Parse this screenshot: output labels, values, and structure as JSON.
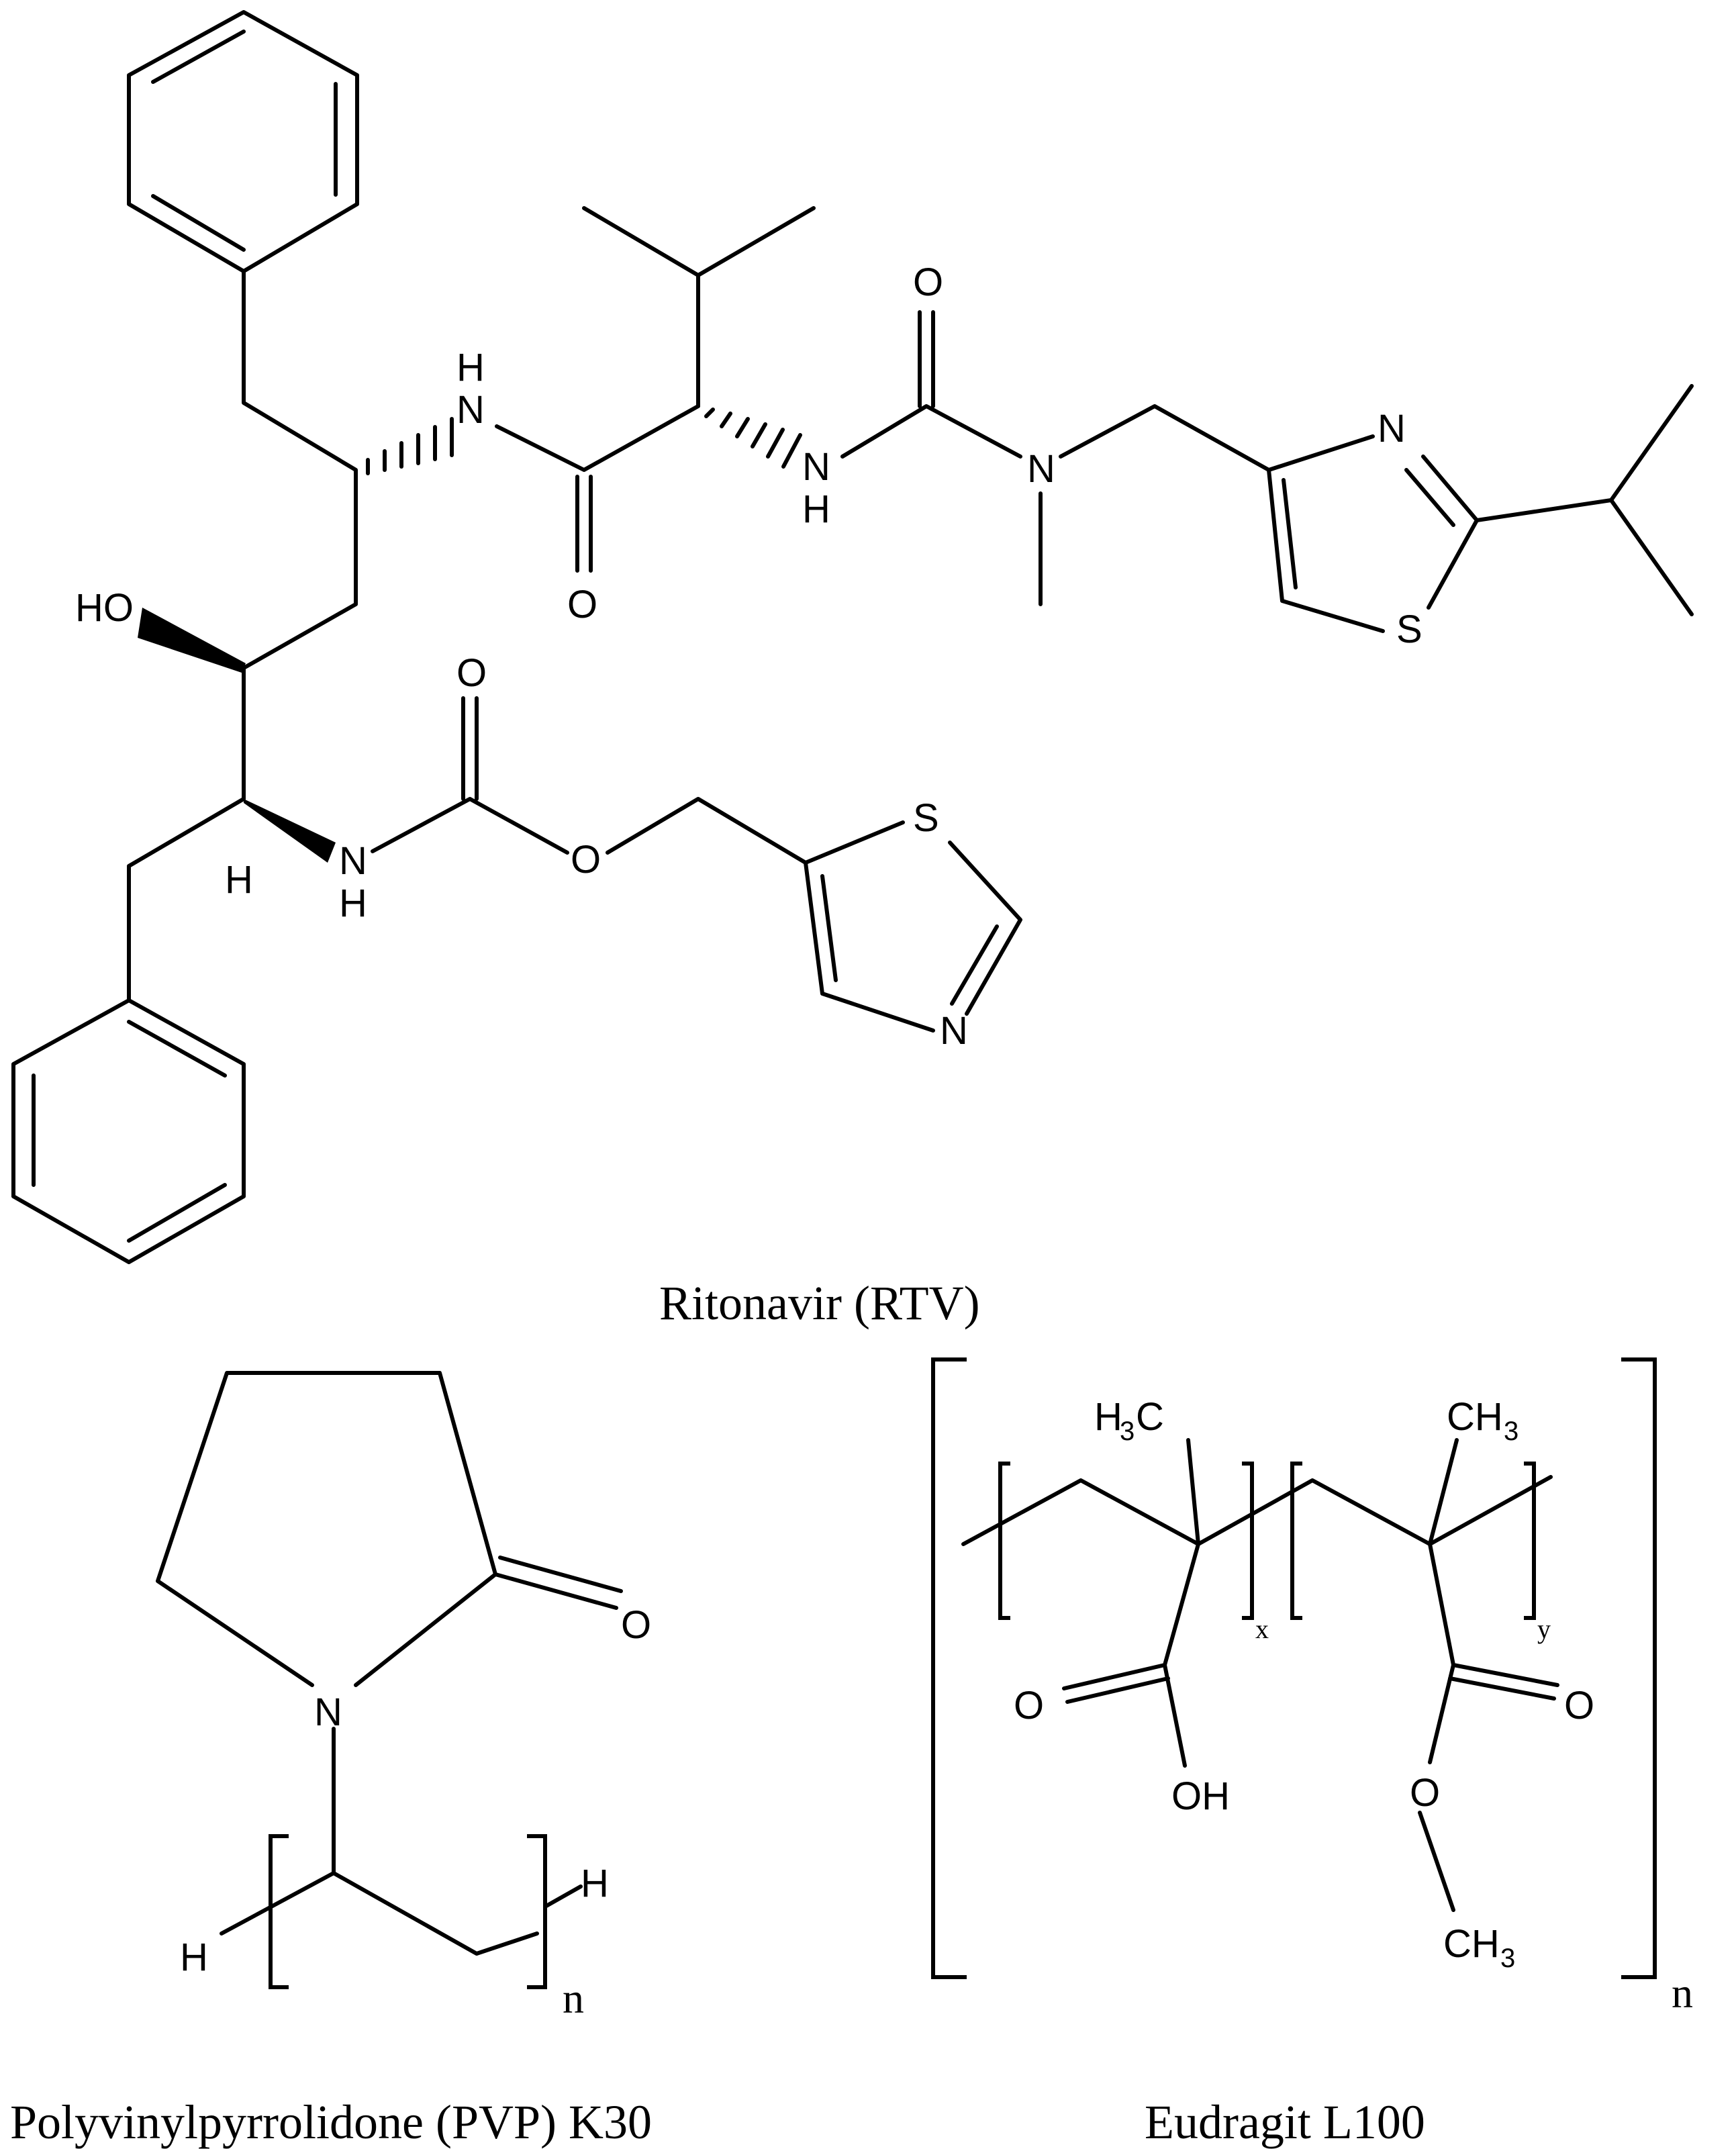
{
  "molecules": {
    "ritonavir": {
      "name": "Ritonavir (RTV)",
      "labels": {
        "nh_upper_h": "H",
        "nh_upper_n": "N",
        "carbonyl_o1": "O",
        "nh2_n": "N",
        "nh2_h": "H",
        "urea_o": "O",
        "n_methyl": "N",
        "thiazole_n": "N",
        "thiazole_s": "S",
        "ho": "HO",
        "h_stereo": "H",
        "carbamate_n": "N",
        "carbamate_nh": "H",
        "carbamate_o_dbl": "O",
        "ester_o": "O",
        "thiazole2_s": "S",
        "thiazole2_n": "N"
      }
    },
    "pvp": {
      "name": "Polyvinylpyrrolidone (PVP) K30",
      "labels": {
        "carbonyl_o": "O",
        "ring_n": "N",
        "end_h_left": "H",
        "end_h_right": "H",
        "repeat_n": "n"
      }
    },
    "eudragit": {
      "name": "Eudragit L100",
      "labels": {
        "h3c": "H",
        "h3c_sub": "3",
        "h3c_c": "C",
        "ch3_top_c": "CH",
        "ch3_top_sub": "3",
        "x": "x",
        "y": "y",
        "acid_o": "O",
        "acid_oh": "OH",
        "ester_o_dbl": "O",
        "ester_o": "O",
        "ch3_bottom_c": "CH",
        "ch3_bottom_sub": "3",
        "repeat_n": "n"
      }
    }
  }
}
